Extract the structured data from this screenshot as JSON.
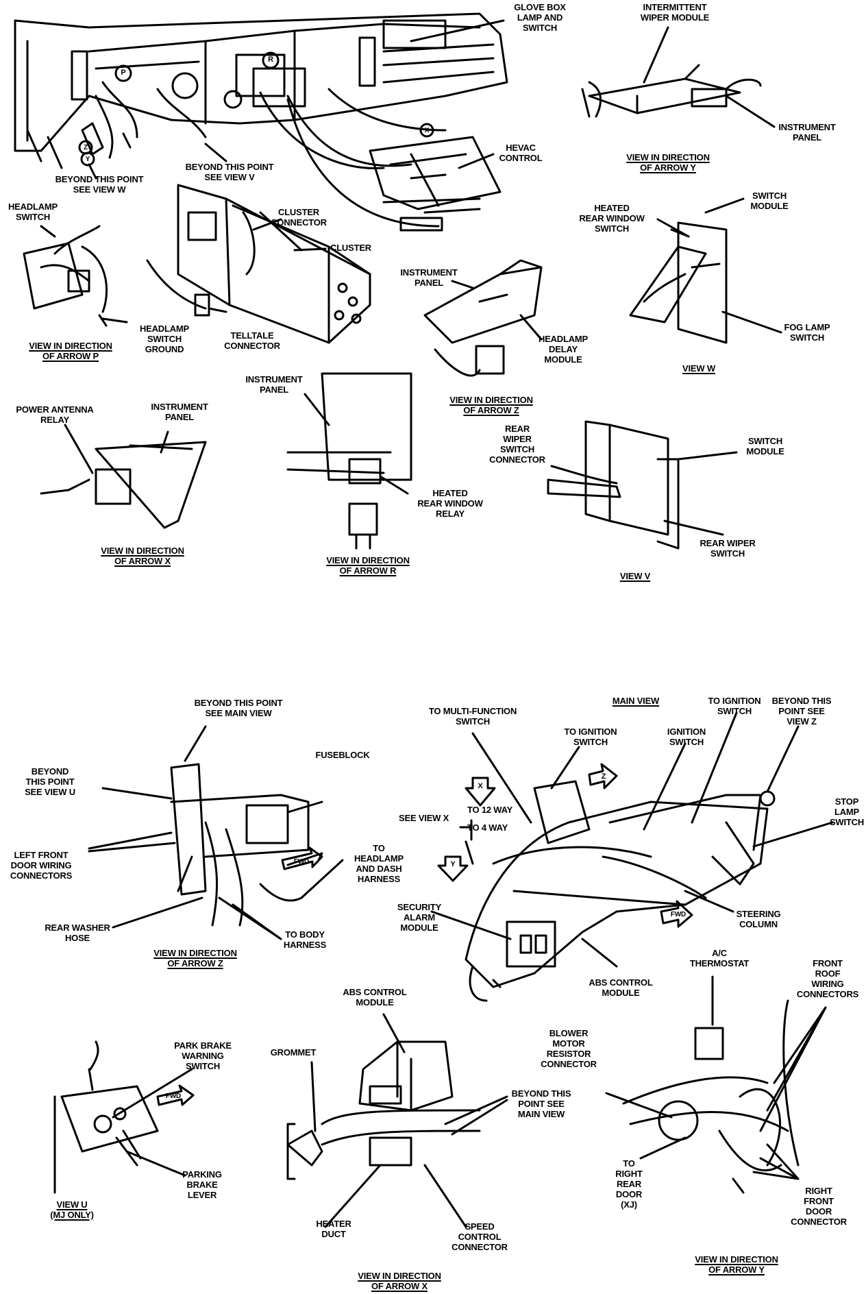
{
  "labels": {
    "glove_box": "GLOVE BOX\nLAMP AND\nSWITCH",
    "intermittent_wiper": "INTERMITTENT\nWIPER MODULE",
    "instrument_panel_y": "INSTRUMENT\nPANEL",
    "view_arrow_y_top": "VIEW IN DIRECTION\nOF ARROW Y",
    "hevac_control": "HEVAC\nCONTROL",
    "beyond_view_w": "BEYOND THIS POINT\nSEE VIEW W",
    "beyond_view_v": "BEYOND THIS POINT\nSEE VIEW V",
    "headlamp_switch": "HEADLAMP\nSWITCH",
    "cluster_connector": "CLUSTER\nCONNECTOR",
    "cluster": "CLUSTER",
    "headlamp_switch_ground": "HEADLAMP\nSWITCH\nGROUND",
    "telltale_connector": "TELLTALE\nCONNECTOR",
    "view_arrow_p": "VIEW IN DIRECTION\nOF ARROW P",
    "instrument_panel_z": "INSTRUMENT\nPANEL",
    "headlamp_delay": "HEADLAMP\nDELAY\nMODULE",
    "view_arrow_z_top": "VIEW IN DIRECTION\nOF ARROW Z",
    "heated_rear_window_switch": "HEATED\nREAR WINDOW\nSWITCH",
    "switch_module_w": "SWITCH\nMODULE",
    "fog_lamp_switch": "FOG LAMP\nSWITCH",
    "view_w": "VIEW W",
    "power_antenna_relay": "POWER ANTENNA\nRELAY",
    "instrument_panel_x": "INSTRUMENT\nPANEL",
    "view_arrow_x_top": "VIEW IN DIRECTION\nOF ARROW X",
    "instrument_panel_r": "INSTRUMENT\nPANEL",
    "heated_rear_window_relay": "HEATED\nREAR WINDOW\nRELAY",
    "view_arrow_r": "VIEW IN DIRECTION\nOF ARROW R",
    "rear_wiper_switch_connector": "REAR\nWIPER\nSWITCH\nCONNECTOR",
    "switch_module_v": "SWITCH\nMODULE",
    "rear_wiper_switch": "REAR WIPER\nSWITCH",
    "view_v": "VIEW V",
    "beyond_main_view": "BEYOND THIS POINT\nSEE MAIN VIEW",
    "fuseblock": "FUSEBLOCK",
    "beyond_view_u": "BEYOND\nTHIS POINT\nSEE VIEW U",
    "left_front_door": "LEFT FRONT\nDOOR WIRING\nCONNECTORS",
    "to_headlamp_dash": "TO\nHEADLAMP\nAND DASH\nHARNESS",
    "rear_washer_hose": "REAR WASHER\nHOSE",
    "to_body_harness": "TO BODY\nHARNESS",
    "view_arrow_z_bottom": "VIEW IN DIRECTION\nOF ARROW Z",
    "to_multifunction": "TO MULTI-FUNCTION\nSWITCH",
    "main_view": "MAIN VIEW",
    "to_ignition_switch_a": "TO IGNITION\nSWITCH",
    "to_ignition_switch_b": "TO IGNITION\nSWITCH",
    "ignition_switch": "IGNITION\nSWITCH",
    "beyond_view_z": "BEYOND THIS\nPOINT SEE\nVIEW Z",
    "see_view_x": "SEE VIEW X",
    "to_12_way": "TO 12 WAY",
    "to_4_way": "TO 4 WAY",
    "stop_lamp_switch": "STOP\nLAMP\nSWITCH",
    "security_alarm": "SECURITY\nALARM\nMODULE",
    "steering_column": "STEERING\nCOLUMN",
    "abs_control_module_main": "ABS CONTROL\nMODULE",
    "park_brake_warning": "PARK BRAKE\nWARNING\nSWITCH",
    "parking_brake_lever": "PARKING\nBRAKE\nLEVER",
    "view_u": "VIEW U\n(MJ ONLY)",
    "abs_control_module_x": "ABS CONTROL\nMODULE",
    "grommet": "GROMMET",
    "beyond_main_view_x": "BEYOND THIS\nPOINT SEE\nMAIN VIEW",
    "heater_duct": "HEATER\nDUCT",
    "speed_control": "SPEED\nCONTROL\nCONNECTOR",
    "view_arrow_x_bottom": "VIEW IN DIRECTION\nOF ARROW X",
    "ac_thermostat": "A/C\nTHERMOSTAT",
    "front_roof": "FRONT\nROOF\nWIRING\nCONNECTORS",
    "blower_motor": "BLOWER\nMOTOR\nRESISTOR\nCONNECTOR",
    "to_right_rear_door": "TO\nRIGHT\nREAR\nDOOR\n(XJ)",
    "right_front_door": "RIGHT\nFRONT\nDOOR\nCONNECTOR",
    "view_arrow_y_bottom": "VIEW IN DIRECTION\nOF ARROW Y"
  },
  "arrows": {
    "fwd": "FWD",
    "letter_p": "P",
    "letter_r": "R",
    "letter_x": "X",
    "letter_y": "Y",
    "letter_z": "Z"
  }
}
